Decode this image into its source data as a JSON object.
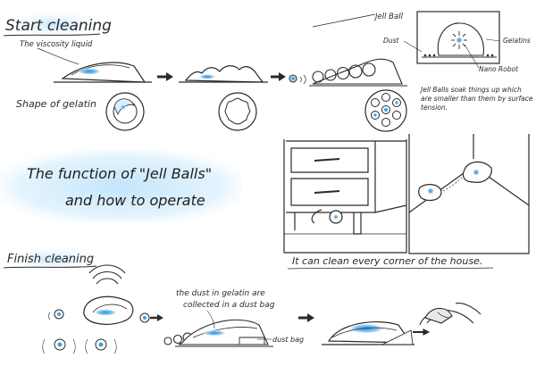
{
  "colors": {
    "ink": "#2a2a2a",
    "accent_blue": "#3aa0e6",
    "glow_blue": "#bfe3fb",
    "paper": "#ffffff"
  },
  "labels": {
    "start_cleaning": "Start cleaning",
    "viscosity_liquid": "The viscosity liquid",
    "shape_of_gelatin": "Shape of gelatin",
    "jell_ball": "Jell Ball",
    "dust": "Dust",
    "gelatins": "Gelatins",
    "nano_robot": "Nano Robot",
    "jell_balls_note_1": "Jell Balls soak things up which",
    "jell_balls_note_2": "are smaller than them by surface",
    "jell_balls_note_3": "tension.",
    "title_line1": "The function of \"Jell Balls\"",
    "title_line2": "and how to operate",
    "corner_caption": "It can clean every corner of the house.",
    "finish_cleaning": "Finish cleaning",
    "dust_collected_1": "the dust in gelatin are",
    "dust_collected_2": "collected in a dust bag",
    "dust_bag": "dust bag"
  },
  "icons": [
    "arrow-right-icon",
    "gelatin-ball-icon",
    "nano-robot-icon",
    "hand-icon",
    "signal-waves-icon",
    "drawer-cabinet-icon"
  ]
}
